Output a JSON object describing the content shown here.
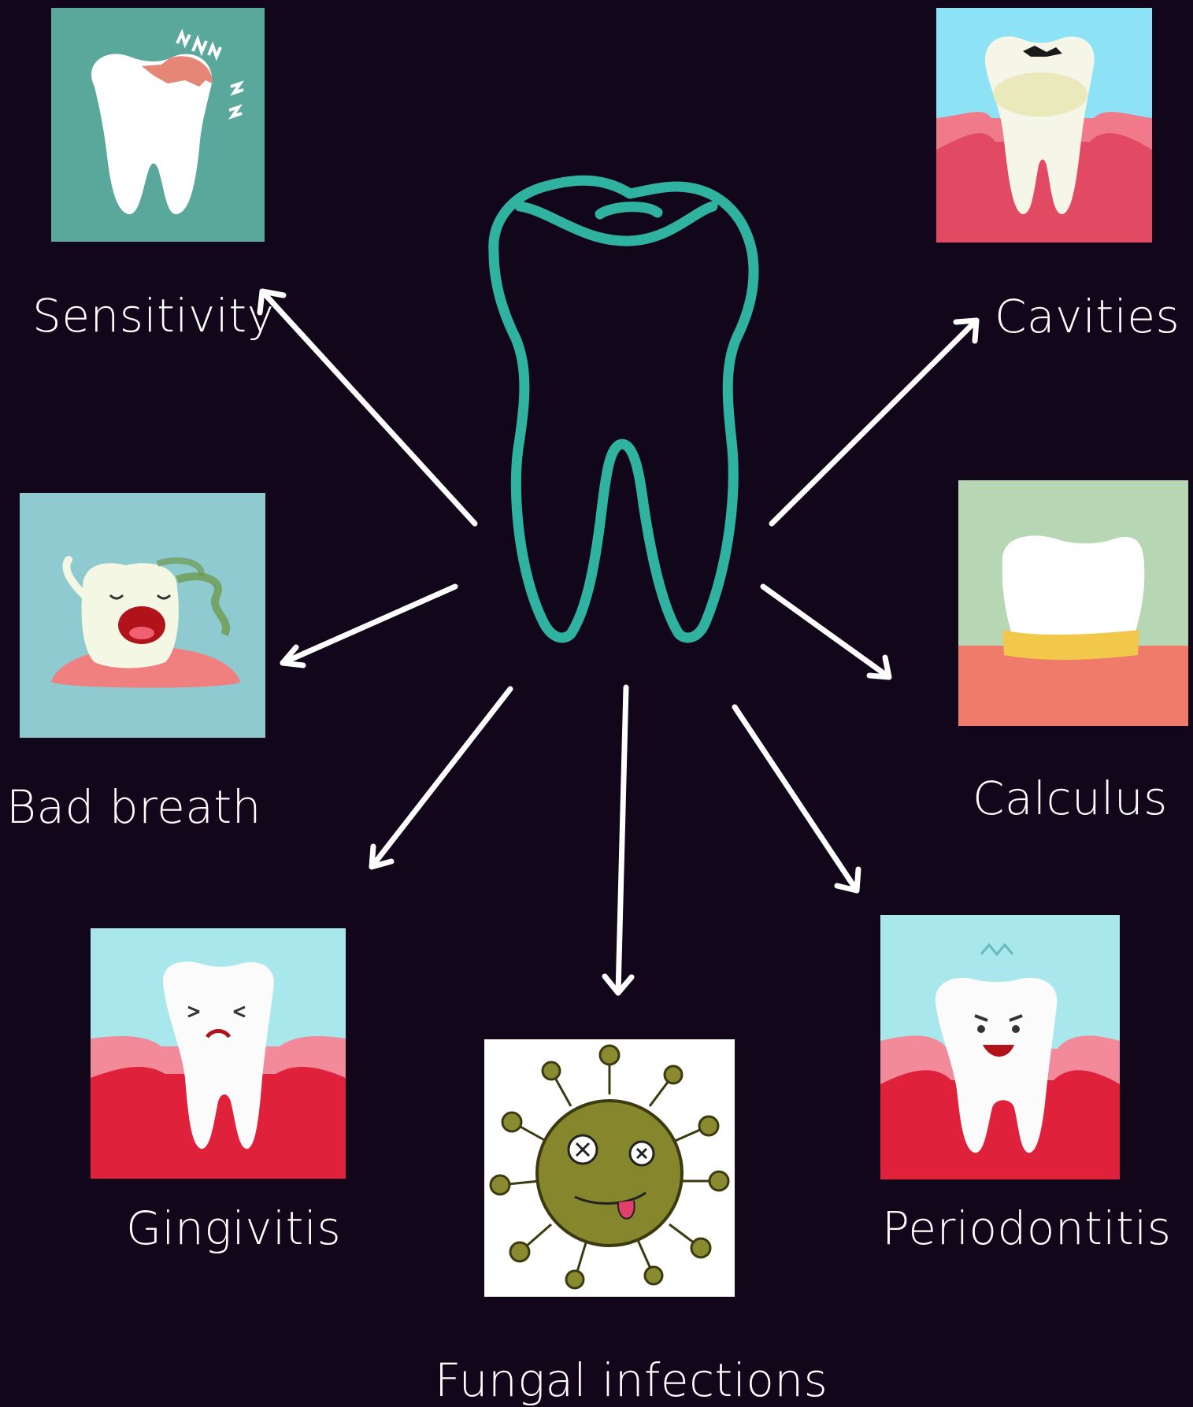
{
  "colors": {
    "background": "#12061a",
    "central_outline": "#2fb3a0",
    "arrow": "#ffffff",
    "label": "#ffffff"
  },
  "central_icon": "tooth-outline-icon",
  "labels": {
    "sensitivity": "Sensitivity",
    "cavities": "Cavities",
    "bad_breath": "Bad breath",
    "calculus": "Calculus",
    "gingivitis": "Gingivitis",
    "fungal_infections": "Fungal infections",
    "periodontitis": "Periodontitis"
  },
  "illustrations": {
    "sensitivity": "chipped-tooth-icon",
    "cavities": "decayed-tooth-icon",
    "bad_breath": "smelly-tooth-cartoon-icon",
    "calculus": "tartar-tooth-icon",
    "gingivitis": "inflamed-gum-tooth-icon",
    "fungal_infections": "germ-cartoon-icon",
    "periodontitis": "receding-gum-tooth-icon"
  }
}
